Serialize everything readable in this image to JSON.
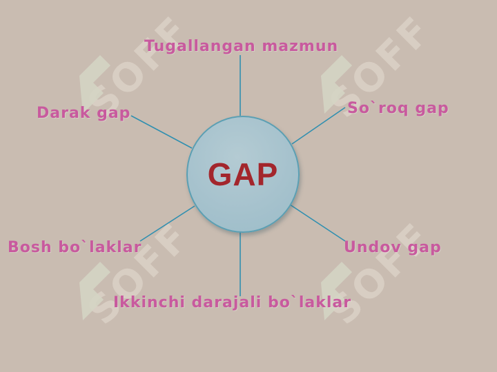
{
  "diagram": {
    "center": {
      "label": "GAP"
    },
    "nodes": [
      {
        "id": "top",
        "label": "Tugallangan mazmun"
      },
      {
        "id": "tl",
        "label": "Darak gap"
      },
      {
        "id": "tr",
        "label": "So`roq gap"
      },
      {
        "id": "bl",
        "label": "Bosh bo`laklar"
      },
      {
        "id": "br",
        "label": "Undov gap"
      },
      {
        "id": "bottom",
        "label": "Ikkinchi darajali bo`laklar"
      }
    ],
    "colors": {
      "background": "#c9bcb1",
      "label": "#c85a9e",
      "center_text": "#a3262c",
      "connector": "#2f8fb0",
      "circle_fill": "#a6c2cd",
      "circle_border": "#5b9fb3"
    }
  },
  "watermark": {
    "text": "SOFF",
    "icon": "soff-logo-icon"
  }
}
